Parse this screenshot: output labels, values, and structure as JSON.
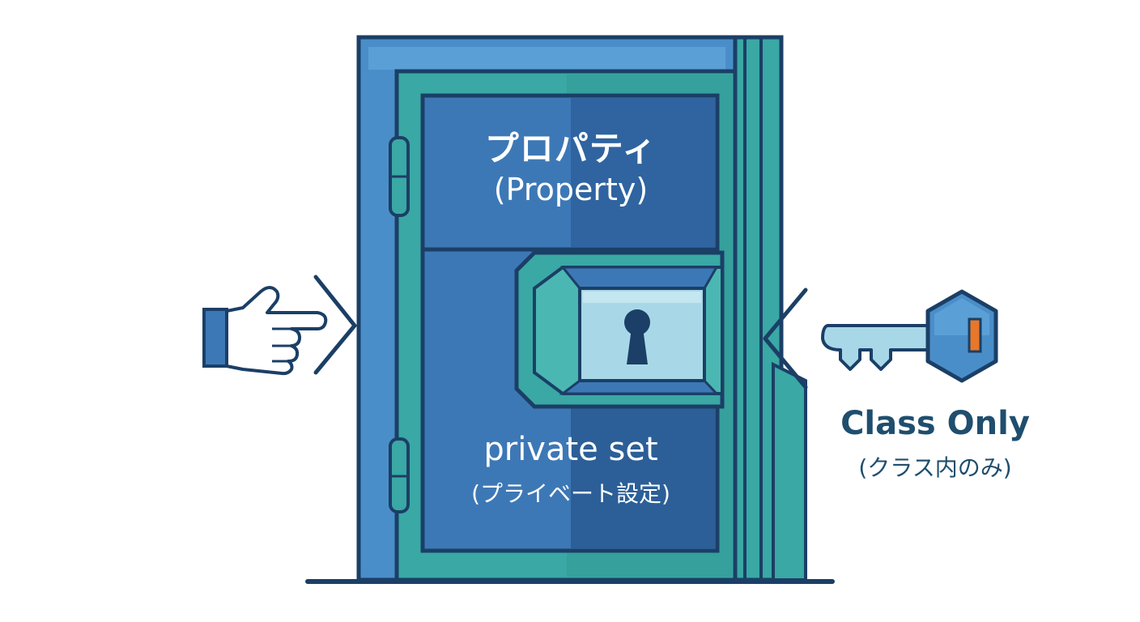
{
  "door": {
    "title": "プロパティ",
    "subtitle": "(Property)"
  },
  "panel": {
    "title": "private set",
    "subtitle": "(プライベート設定)"
  },
  "key_label": {
    "title": "Class Only",
    "subtitle": "(クラス内のみ)"
  },
  "icons": {
    "left": "pointing-hand-icon",
    "lock": "keyhole-lock-icon",
    "right": "key-icon"
  },
  "colors": {
    "outline": "#1b3f66",
    "door_blue": "#4a8ec9",
    "door_teal": "#3aa8a4",
    "panel_dark": "#2c5f97",
    "lock_light": "#a8d8e8",
    "key_accent": "#e8772a",
    "label": "#1f4e6e"
  }
}
